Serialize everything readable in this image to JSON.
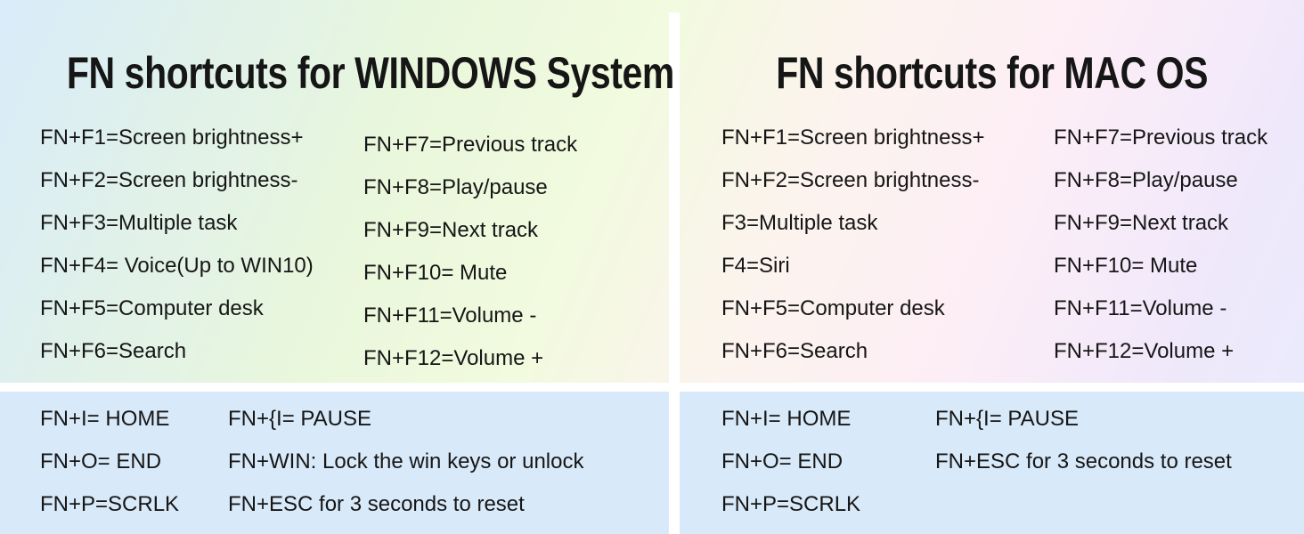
{
  "colors": {
    "section_blue": "#d8e9f9",
    "gutter_white": "#ffffff",
    "text": "#161616",
    "gradient_tints": [
      "#d8ecfa",
      "#e9f7dc",
      "#f2fadf",
      "#fcf3ee",
      "#fdeef6",
      "#e8ebfc"
    ]
  },
  "windows": {
    "title": "FN shortcuts for WINDOWS System",
    "fn_col1": [
      "FN+F1=Screen brightness+",
      "FN+F2=Screen brightness-",
      "FN+F3=Multiple task",
      "FN+F4= Voice(Up to WIN10)",
      "FN+F5=Computer desk",
      "FN+F6=Search"
    ],
    "fn_col2": [
      "FN+F7=Previous track",
      "FN+F8=Play/pause",
      "FN+F9=Next track",
      "FN+F10= Mute",
      "FN+F11=Volume -",
      "FN+F12=Volume +"
    ],
    "extra_col1": [
      "FN+I= HOME",
      "FN+O= END",
      "FN+P=SCRLK"
    ],
    "extra_col2": [
      "FN+{I= PAUSE",
      "FN+WIN: Lock the win keys or unlock",
      "FN+ESC for 3 seconds to reset"
    ]
  },
  "mac": {
    "title": "FN shortcuts for MAC OS",
    "fn_col1": [
      "FN+F1=Screen brightness+",
      "FN+F2=Screen brightness-",
      "F3=Multiple task",
      "F4=Siri",
      "FN+F5=Computer desk",
      "FN+F6=Search"
    ],
    "fn_col2": [
      "FN+F7=Previous track",
      "FN+F8=Play/pause",
      "FN+F9=Next track",
      "FN+F10= Mute",
      "FN+F11=Volume -",
      "FN+F12=Volume +"
    ],
    "extra_col1": [
      "FN+I= HOME",
      "FN+O= END",
      "FN+P=SCRLK"
    ],
    "extra_col2": [
      "FN+{I= PAUSE",
      "FN+ESC for 3 seconds to reset"
    ]
  }
}
